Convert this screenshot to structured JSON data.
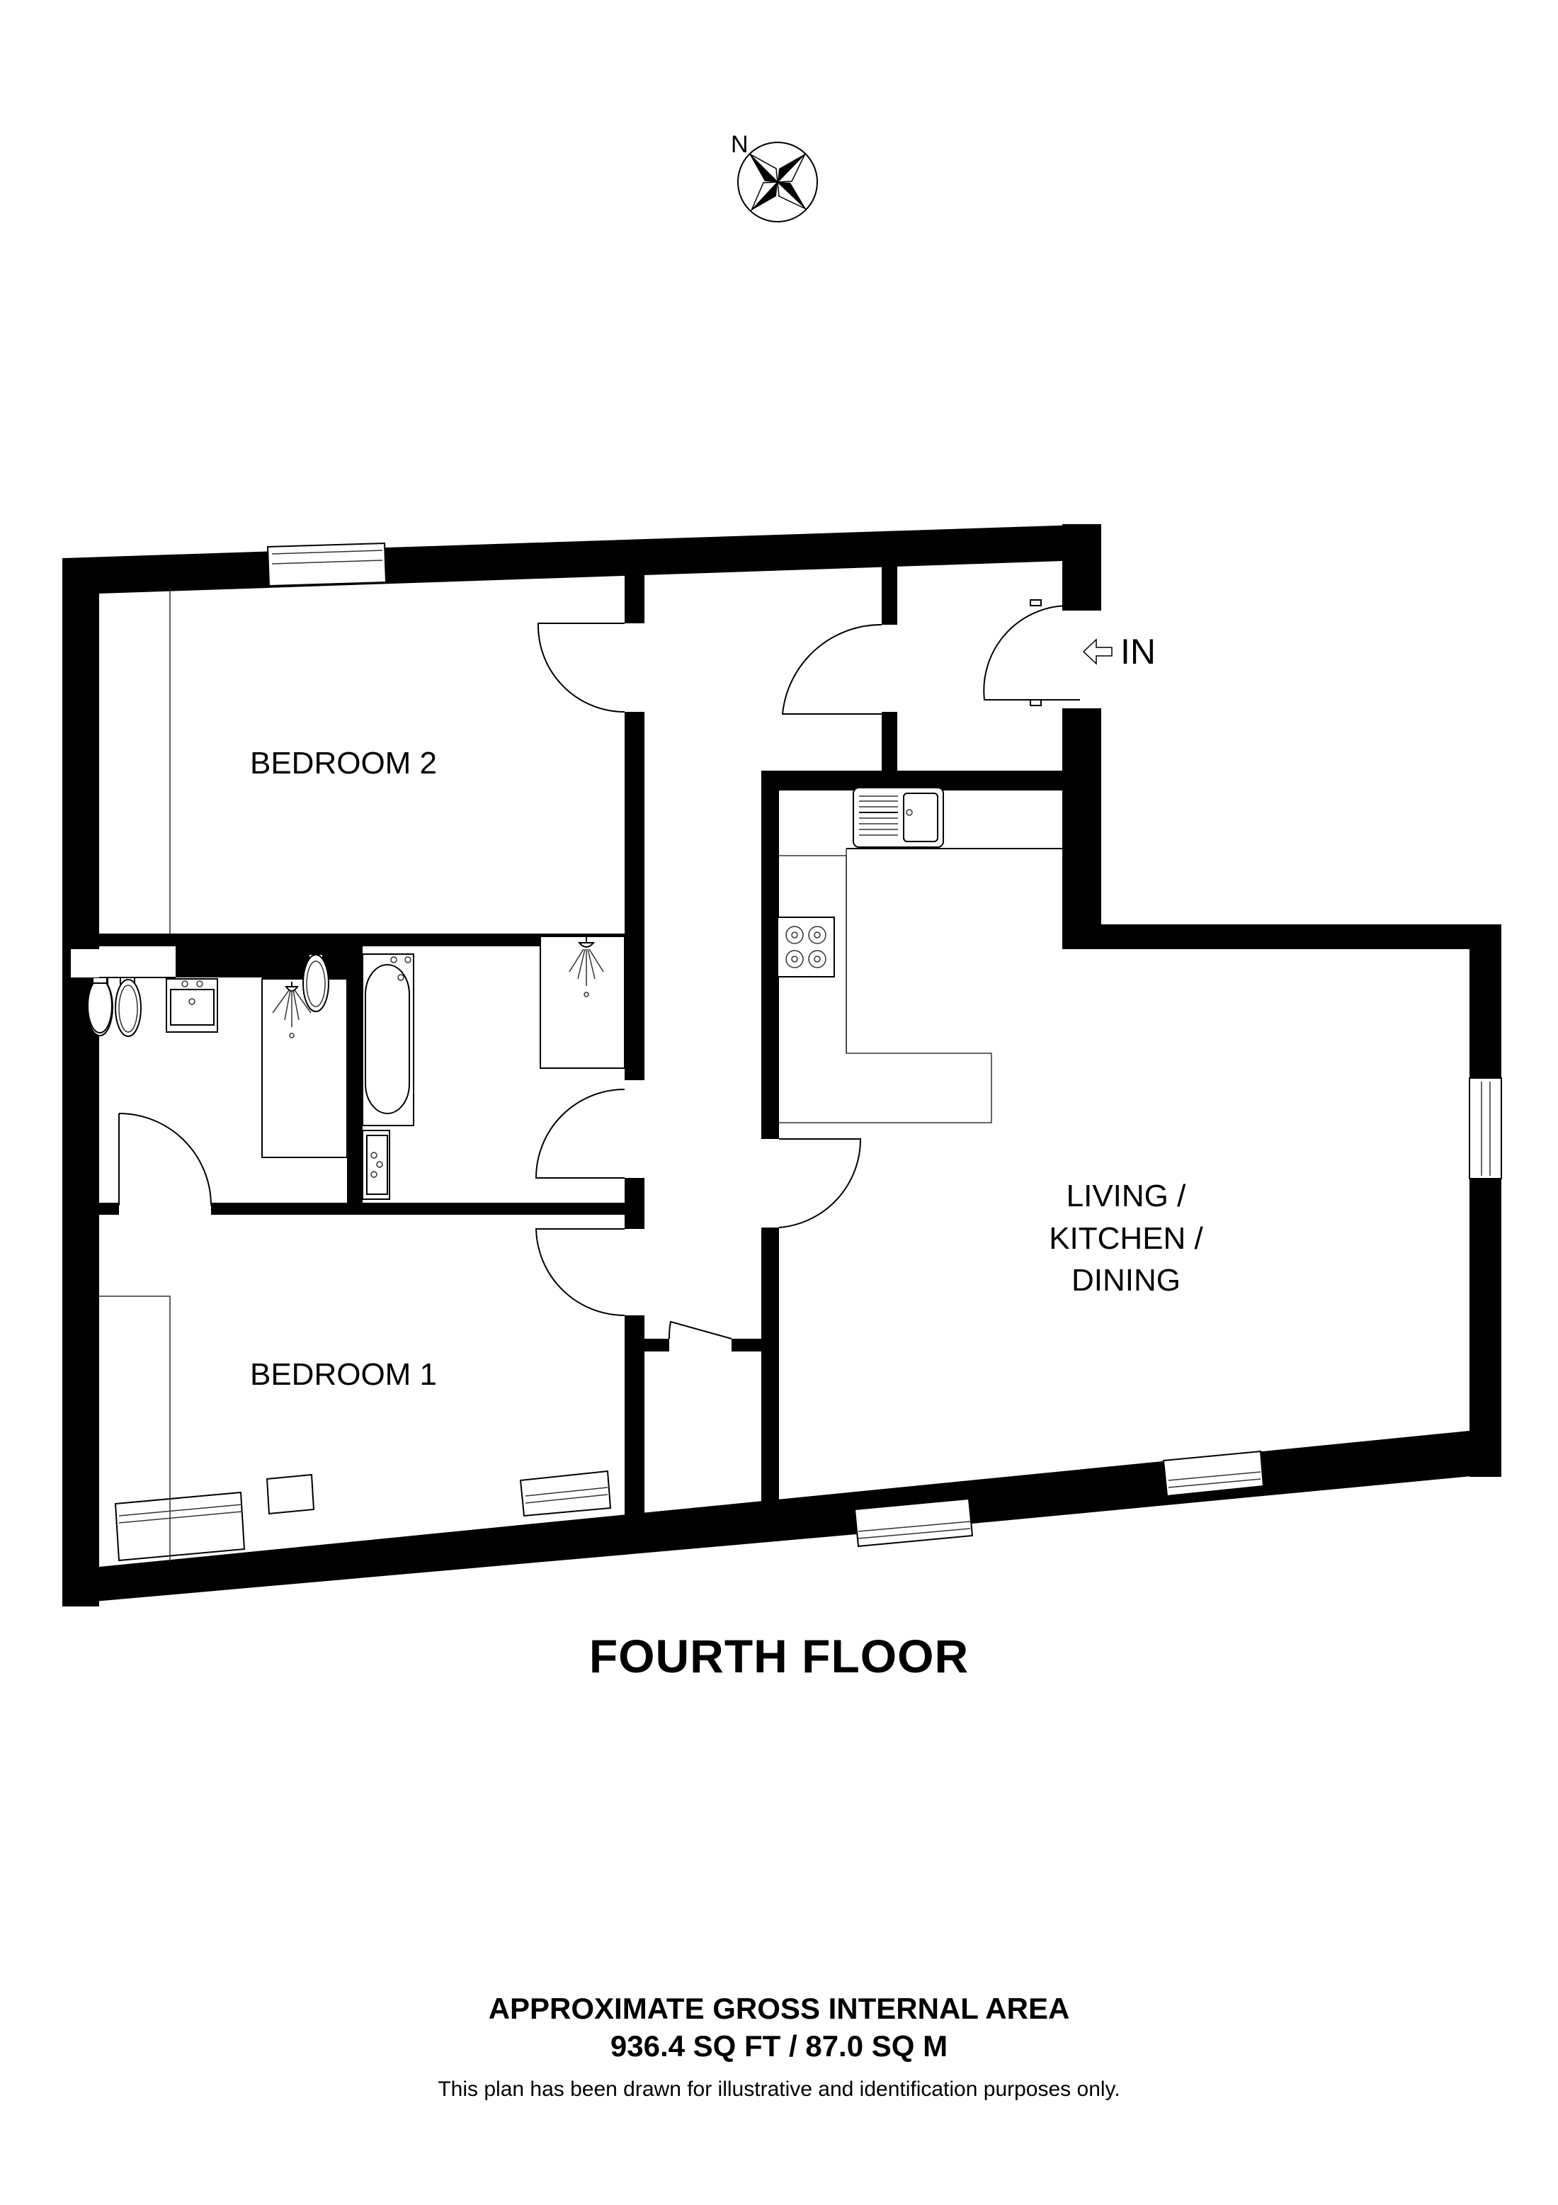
{
  "compass": {
    "label": "N",
    "icon": "compass-rose-icon"
  },
  "floor_title": "FOURTH FLOOR",
  "entrance": {
    "label": "IN",
    "icon": "arrow-left-icon"
  },
  "rooms": [
    {
      "id": "bedroom-2",
      "lines": [
        "BEDROOM 2"
      ]
    },
    {
      "id": "bedroom-1",
      "lines": [
        "BEDROOM 1"
      ]
    },
    {
      "id": "living-kitchen-dining",
      "lines": [
        "LIVING /",
        "KITCHEN /",
        "DINING"
      ]
    }
  ],
  "fixtures": [
    "toilet",
    "basin",
    "shower",
    "bath",
    "toilet",
    "shower",
    "basin",
    "kitchen-sink",
    "hob"
  ],
  "area": {
    "heading": "APPROXIMATE GROSS INTERNAL AREA",
    "value": "936.4 SQ FT / 87.0 SQ M",
    "sq_ft": 936.4,
    "sq_m": 87.0
  },
  "disclaimer": "This plan has been drawn for illustrative and identification purposes only.",
  "colors": {
    "wall": "#000000",
    "background": "#ffffff"
  }
}
